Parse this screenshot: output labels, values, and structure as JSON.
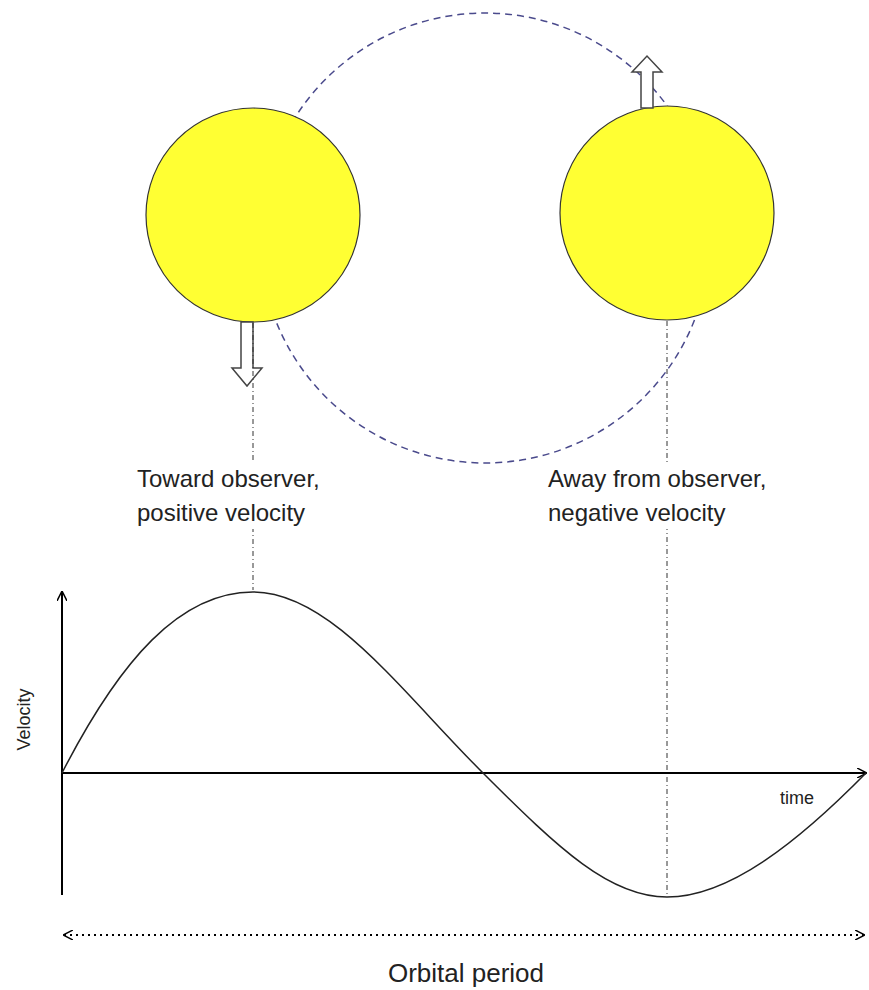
{
  "diagram": {
    "labels": [
      "Toward observer, positive velocity",
      "Away from observer, negative velocity",
      "Velocity",
      "time",
      "Orbital period"
    ]
  }
}
